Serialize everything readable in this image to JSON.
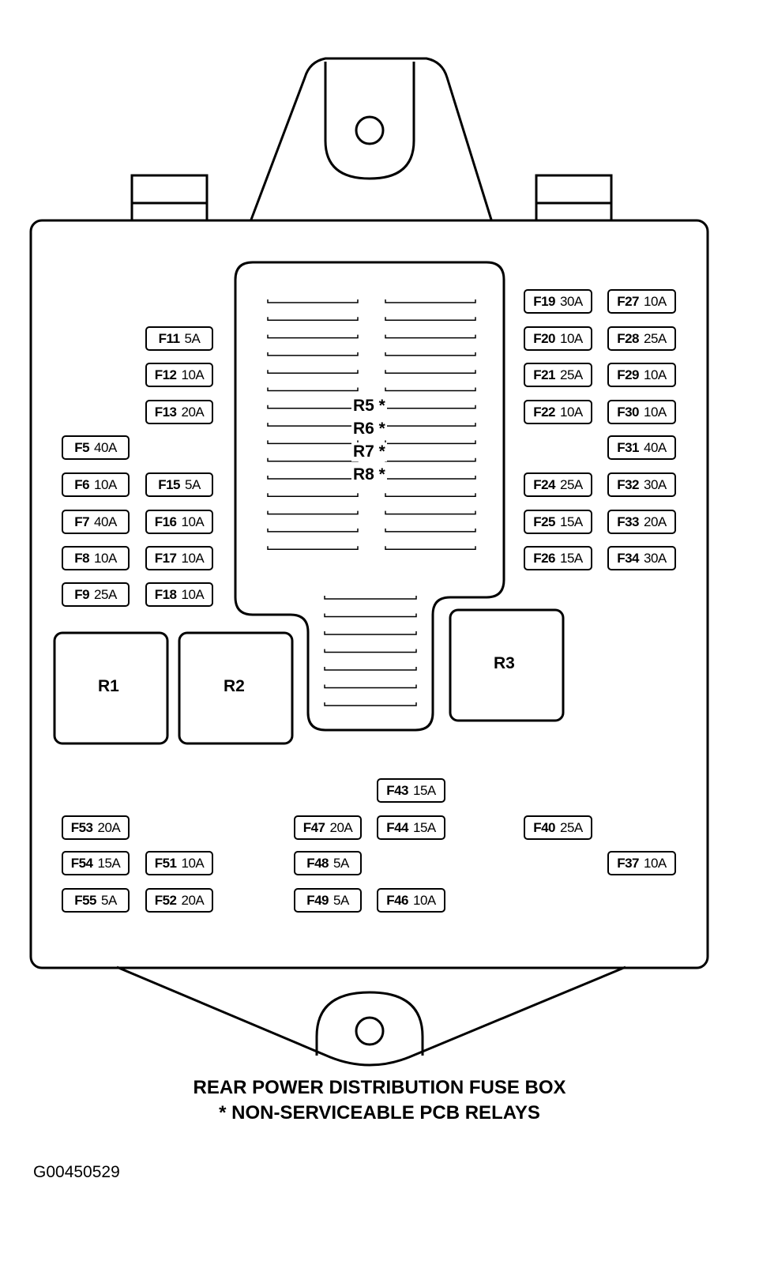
{
  "diagram": {
    "caption_line1": "REAR POWER DISTRIBUTION FUSE BOX",
    "caption_line2": "* NON-SERVICEABLE PCB RELAYS",
    "figure_code": "G00450529"
  },
  "pcb_relays": [
    {
      "label": "R5 *"
    },
    {
      "label": "R6 *"
    },
    {
      "label": "R7 *"
    },
    {
      "label": "R8 *"
    }
  ],
  "relays": [
    {
      "label": "R1"
    },
    {
      "label": "R2"
    },
    {
      "label": "R3"
    }
  ],
  "fuses": [
    {
      "id": "F11",
      "rating": "5A"
    },
    {
      "id": "F12",
      "rating": "10A"
    },
    {
      "id": "F13",
      "rating": "20A"
    },
    {
      "id": "F5",
      "rating": "40A"
    },
    {
      "id": "F6",
      "rating": "10A"
    },
    {
      "id": "F15",
      "rating": "5A"
    },
    {
      "id": "F7",
      "rating": "40A"
    },
    {
      "id": "F16",
      "rating": "10A"
    },
    {
      "id": "F8",
      "rating": "10A"
    },
    {
      "id": "F17",
      "rating": "10A"
    },
    {
      "id": "F9",
      "rating": "25A"
    },
    {
      "id": "F18",
      "rating": "10A"
    },
    {
      "id": "F19",
      "rating": "30A"
    },
    {
      "id": "F27",
      "rating": "10A"
    },
    {
      "id": "F20",
      "rating": "10A"
    },
    {
      "id": "F28",
      "rating": "25A"
    },
    {
      "id": "F21",
      "rating": "25A"
    },
    {
      "id": "F29",
      "rating": "10A"
    },
    {
      "id": "F22",
      "rating": "10A"
    },
    {
      "id": "F30",
      "rating": "10A"
    },
    {
      "id": "F31",
      "rating": "40A"
    },
    {
      "id": "F24",
      "rating": "25A"
    },
    {
      "id": "F32",
      "rating": "30A"
    },
    {
      "id": "F25",
      "rating": "15A"
    },
    {
      "id": "F33",
      "rating": "20A"
    },
    {
      "id": "F26",
      "rating": "15A"
    },
    {
      "id": "F34",
      "rating": "30A"
    },
    {
      "id": "F43",
      "rating": "15A"
    },
    {
      "id": "F53",
      "rating": "20A"
    },
    {
      "id": "F47",
      "rating": "20A"
    },
    {
      "id": "F44",
      "rating": "15A"
    },
    {
      "id": "F40",
      "rating": "25A"
    },
    {
      "id": "F54",
      "rating": "15A"
    },
    {
      "id": "F51",
      "rating": "10A"
    },
    {
      "id": "F48",
      "rating": "5A"
    },
    {
      "id": "F37",
      "rating": "10A"
    },
    {
      "id": "F55",
      "rating": "5A"
    },
    {
      "id": "F52",
      "rating": "20A"
    },
    {
      "id": "F49",
      "rating": "5A"
    },
    {
      "id": "F46",
      "rating": "10A"
    }
  ]
}
